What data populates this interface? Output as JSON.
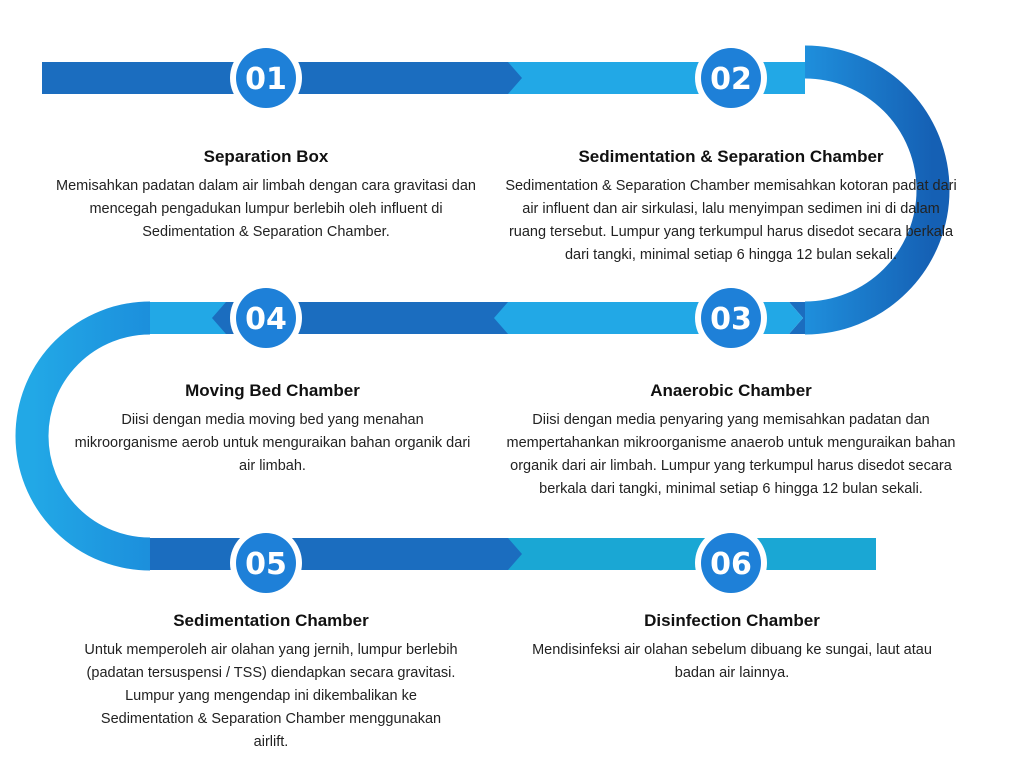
{
  "colors": {
    "dark_blue": "#1b6dbf",
    "light_blue": "#22a8e6",
    "circle_blue": "#1e80d8",
    "teal_blue": "#1aa7d4"
  },
  "steps": [
    {
      "number": "01",
      "title": "Separation Box",
      "desc": "Memisahkan padatan dalam air limbah dengan cara gravitasi dan mencegah pengadukan lumpur berlebih oleh influent di Sedimentation & Separation Chamber."
    },
    {
      "number": "02",
      "title": "Sedimentation & Separation Chamber",
      "desc": "Sedimentation & Separation Chamber memisahkan kotoran padat dari air influent dan air sirkulasi, lalu menyimpan sedimen ini di dalam ruang tersebut. Lumpur yang terkumpul harus disedot secara berkala dari tangki, minimal setiap 6 hingga 12 bulan sekali."
    },
    {
      "number": "03",
      "title": "Anaerobic Chamber",
      "desc": "Diisi dengan media penyaring yang memisahkan padatan dan mempertahankan mikroorganisme anaerob untuk menguraikan bahan organik dari air limbah. Lumpur yang terkumpul harus disedot secara berkala dari tangki, minimal setiap 6 hingga 12 bulan sekali."
    },
    {
      "number": "04",
      "title": "Moving Bed Chamber",
      "desc": "Diisi dengan media moving bed yang menahan mikroorganisme aerob untuk menguraikan bahan organik dari air limbah."
    },
    {
      "number": "05",
      "title": "Sedimentation Chamber",
      "desc": "Untuk memperoleh air olahan yang jernih, lumpur berlebih (padatan tersuspensi / TSS) diendapkan secara gravitasi. Lumpur yang mengendap ini dikembalikan ke Sedimentation & Separation Chamber menggunakan airlift."
    },
    {
      "number": "06",
      "title": "Disinfection Chamber",
      "desc": "Mendisinfeksi air olahan sebelum dibuang ke sungai, laut atau badan air lainnya."
    }
  ]
}
